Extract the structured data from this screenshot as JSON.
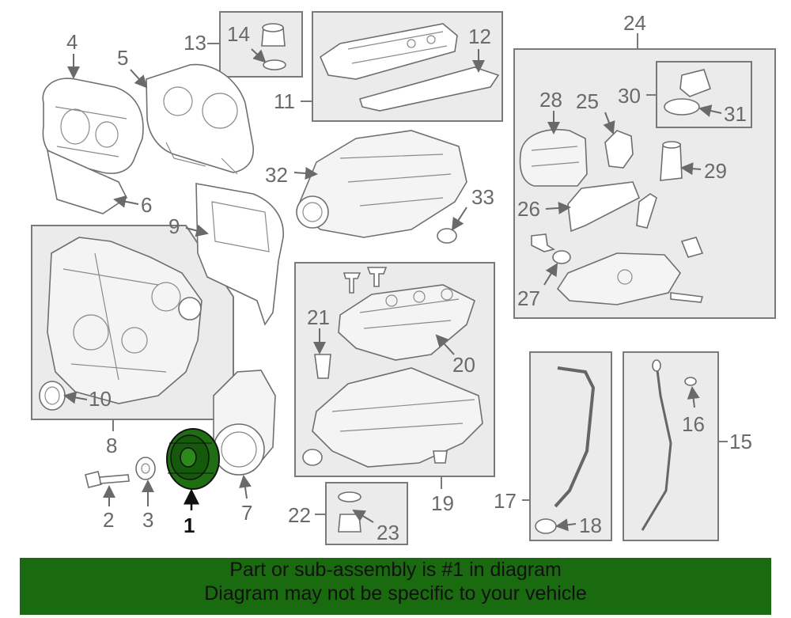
{
  "callouts": {
    "c1": "1",
    "c2": "2",
    "c3": "3",
    "c4": "4",
    "c5": "5",
    "c6": "6",
    "c7": "7",
    "c8": "8",
    "c9": "9",
    "c10": "10",
    "c11": "11",
    "c12": "12",
    "c13": "13",
    "c14": "14",
    "c15": "15",
    "c16": "16",
    "c17": "17",
    "c18": "18",
    "c19": "19",
    "c20": "20",
    "c21": "21",
    "c22": "22",
    "c23": "23",
    "c24": "24",
    "c25": "25",
    "c26": "26",
    "c27": "27",
    "c28": "28",
    "c29": "29",
    "c30": "30",
    "c31": "31",
    "c32": "32",
    "c33": "33"
  },
  "highlight": {
    "part_number": "1",
    "color": "#1a6b10"
  },
  "banner": {
    "line1": "Part or sub-assembly is #1 in diagram",
    "line2": "Diagram may not be specific to your vehicle",
    "background": "#1a6b10"
  }
}
